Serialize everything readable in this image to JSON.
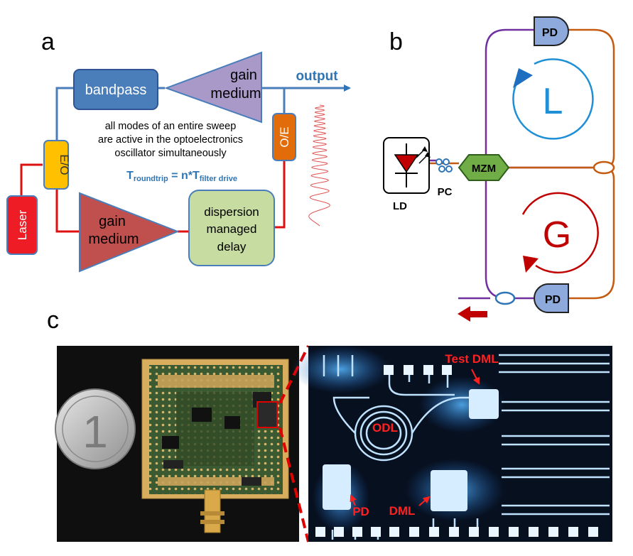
{
  "panels": {
    "a": {
      "letter": "a",
      "blocks": {
        "bandpass": "bandpass",
        "gain_top_line1": "gain",
        "gain_top_line2": "medium",
        "output": "output",
        "oe": "O/E",
        "eo": "E/O",
        "laser": "Laser",
        "gain_bottom_line1": "gain",
        "gain_bottom_line2": "medium",
        "delay_line1": "dispersion",
        "delay_line2": "managed",
        "delay_line3": "delay"
      },
      "caption_line1": "all modes of an entire sweep",
      "caption_line2": "are active in the optoelectronics",
      "caption_line3": "oscillator simultaneously",
      "equation": {
        "T": "T",
        "sub1": "roundtrip",
        "mid": " = n*T",
        "sub2": "filter drive"
      }
    },
    "b": {
      "letter": "b",
      "pd_top": "PD",
      "pd_bottom": "PD",
      "mzm": "MZM",
      "ld": "LD",
      "pc": "PC",
      "loop_top": "L",
      "loop_bottom": "G"
    },
    "c": {
      "letter": "c",
      "coin_text": "1",
      "labels": {
        "test_dml": "Test DML",
        "odl": "ODL",
        "pd": "PD",
        "dml": "DML"
      }
    }
  },
  "colors": {
    "blue_block": "#4a7ebb",
    "lilac_gain": "#a899c9",
    "red_gain": "#c0504d",
    "green_delay": "#c6dca0",
    "orange_oe": "#e36c0a",
    "yellow_eo": "#ffc000",
    "laser_red": "#ee1c24",
    "pd_fill": "#8ea9db",
    "mzm_green": "#70ad47",
    "purple_line": "#7030a0",
    "orange_line": "#c55a11",
    "loop_blue": "#1f8fd6",
    "loop_red": "#c00000",
    "annot_red": "#ff2020"
  }
}
